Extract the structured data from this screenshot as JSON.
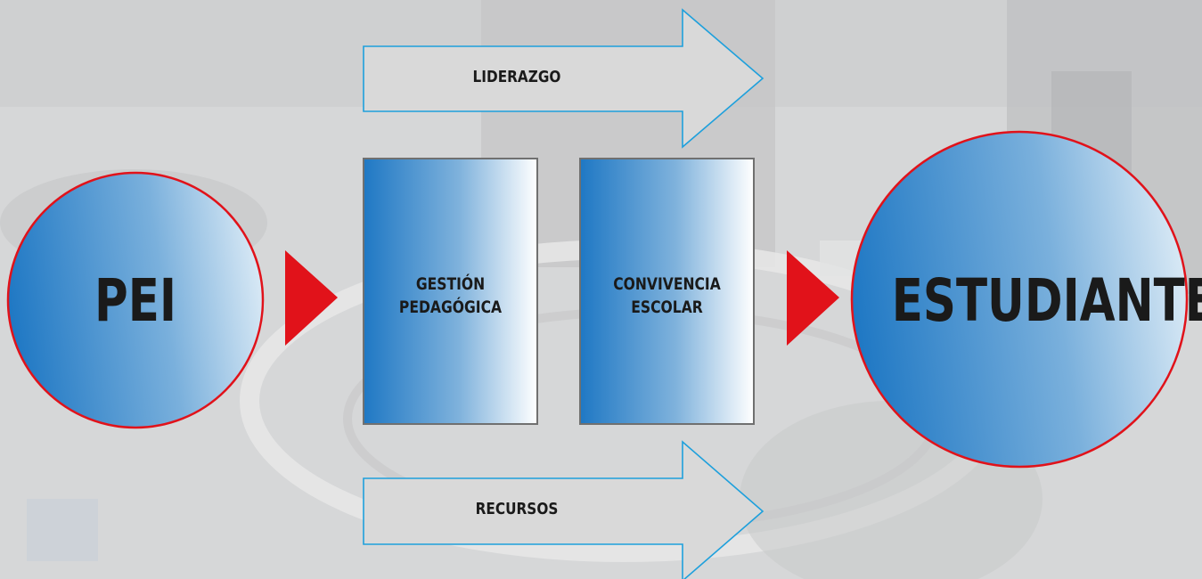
{
  "diagram": {
    "start_circle": {
      "label": "PEI"
    },
    "end_circle": {
      "label": "ESTUDIANTES"
    },
    "top_arrow": {
      "label": "LIDERAZGO"
    },
    "bottom_arrow": {
      "label": "RECURSOS"
    },
    "box_pedagogica": {
      "line1": "GESTIÓN",
      "line2": "PEDAGÓGICA"
    },
    "box_convivencia": {
      "line1": "CONVIVENCIA",
      "line2": "ESCOLAR"
    }
  },
  "colors": {
    "background": "#d9dadb",
    "circle_border": "#e1121a",
    "pointer": "#e1121a",
    "arrow_fill": "#d9d9d9",
    "arrow_border": "#1ea0dc",
    "box_border": "#707070",
    "blue_dark": "#1f78c4",
    "blue_light": "#ffffff",
    "text": "#1a1a1a"
  }
}
